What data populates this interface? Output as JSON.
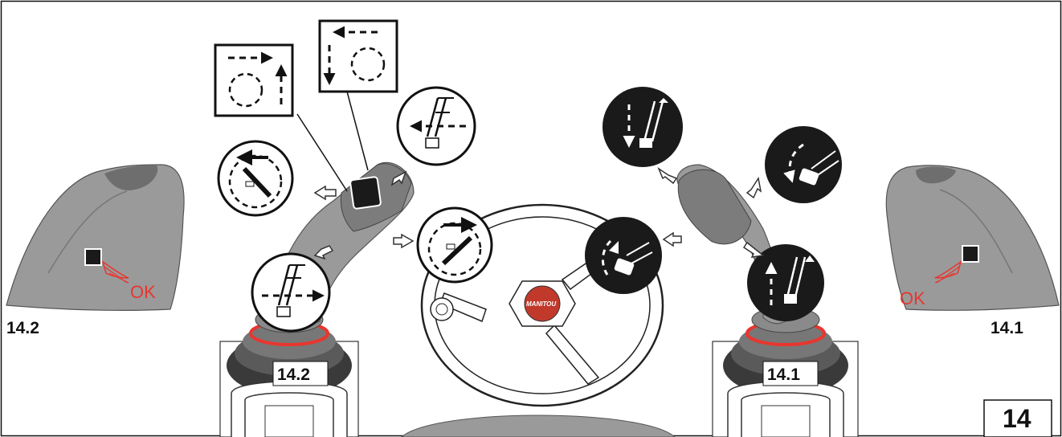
{
  "figure": {
    "number": "14",
    "joystick_left": "14.2",
    "joystick_right": "14.1",
    "grip_left": "14.2",
    "grip_right": "14.1",
    "ok_left": "OK",
    "ok_right": "OK",
    "steering_brand": "MANITOU"
  },
  "colors": {
    "grip": "#9a9a9a",
    "grip_dark": "#6e6e6e",
    "boot_ring": "#e8362f",
    "ok_text": "#e8362f",
    "symbol_dark": "#1a1a1a",
    "steering_hub": "#c0392b"
  },
  "icons": [
    "boom-retract-circle-icon",
    "boom-extend-circle-icon",
    "slew-left-circle-icon",
    "slew-right-circle-icon",
    "boom-lower-dark-icon",
    "boom-raise-dark-icon",
    "bucket-crowd-dark-icon",
    "bucket-dump-dark-icon",
    "rotation-clockwise-box-icon",
    "rotation-counterclockwise-box-icon",
    "arrow-icon",
    "hand-press-icon"
  ]
}
